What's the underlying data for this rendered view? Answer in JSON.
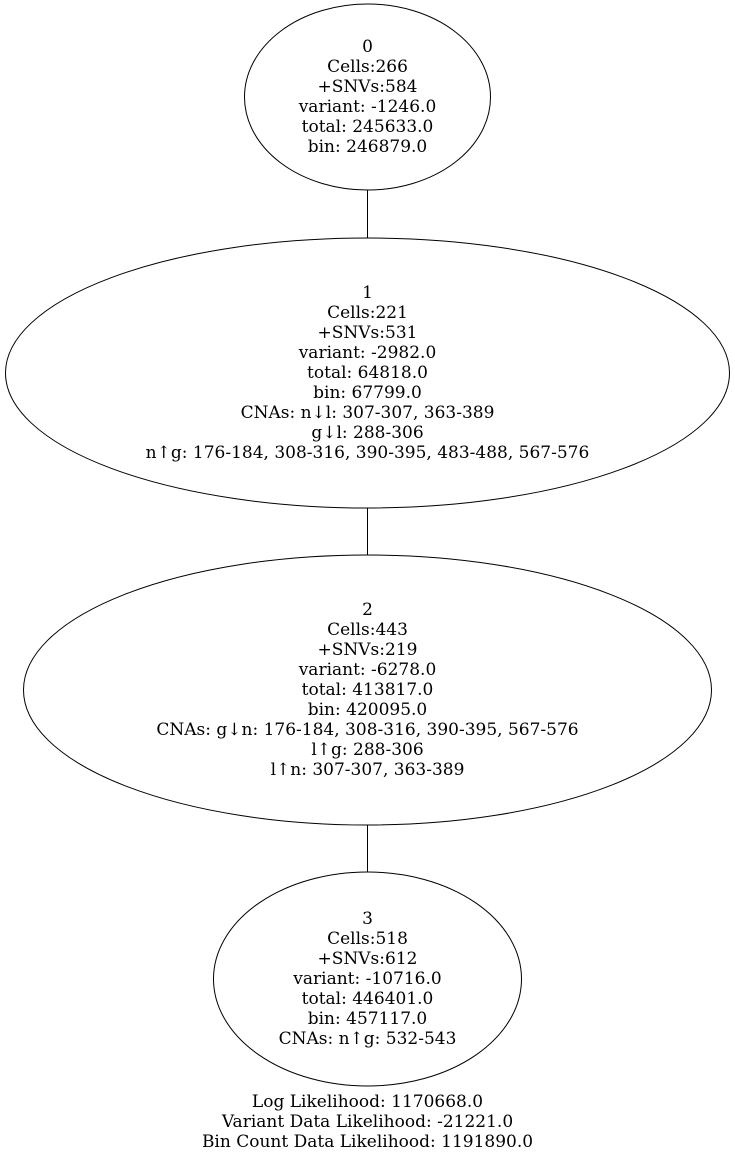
{
  "nodes": [
    {
      "id": "0",
      "lines": [
        "0",
        "Cells:266",
        "+SNVs:584",
        "variant: -1246.0",
        "total: 245633.0",
        "bin: 246879.0"
      ]
    },
    {
      "id": "1",
      "lines": [
        "1",
        "Cells:221",
        "+SNVs:531",
        "variant: -2982.0",
        "total: 64818.0",
        "bin: 67799.0",
        "CNAs: n↓l: 307-307, 363-389",
        "g↓l: 288-306",
        "n↑g: 176-184, 308-316, 390-395, 483-488, 567-576"
      ]
    },
    {
      "id": "2",
      "lines": [
        "2",
        "Cells:443",
        "+SNVs:219",
        "variant: -6278.0",
        "total: 413817.0",
        "bin: 420095.0",
        "CNAs: g↓n: 176-184, 308-316, 390-395, 567-576",
        "l↑g: 288-306",
        "l↑n: 307-307, 363-389"
      ]
    },
    {
      "id": "3",
      "lines": [
        "3",
        "Cells:518",
        "+SNVs:612",
        "variant: -10716.0",
        "total: 446401.0",
        "bin: 457117.0",
        "CNAs: n↑g: 532-543"
      ]
    }
  ],
  "edges": [
    {
      "from": "0",
      "to": "1"
    },
    {
      "from": "1",
      "to": "2"
    },
    {
      "from": "2",
      "to": "3"
    }
  ],
  "footer": {
    "lines": [
      "Log Likelihood: 1170668.0",
      "Variant Data Likelihood: -21221.0",
      "Bin Count Data Likelihood: 1191890.0"
    ]
  },
  "colors": {
    "stroke": "#000000",
    "text": "#000000",
    "background": "#ffffff"
  }
}
